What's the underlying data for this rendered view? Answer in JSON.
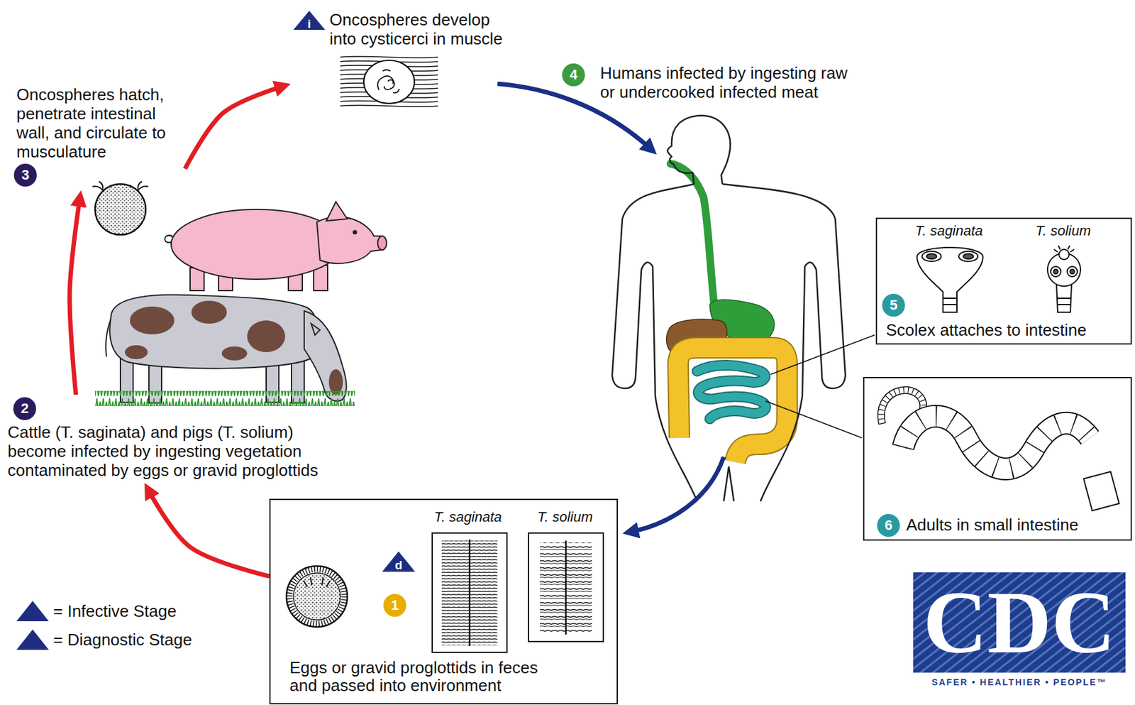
{
  "diagram": {
    "nodes": [
      {
        "text": [
          "i",
          "Oncospheres develop into cysticerci in muscle"
        ]
      },
      {
        "text": [
          "4",
          "Humans infected by ingesting raw or undercooked infected meat"
        ]
      },
      {
        "text": [
          "Oncospheres hatch, penetrate intestinal wall, and circulate to musculature",
          "3"
        ]
      },
      {
        "text": [
          "T. saginata",
          "T. solium",
          "5",
          "Scolex attaches to intestine"
        ]
      },
      {
        "text": [
          "6",
          "Adults in small intestine"
        ]
      },
      {
        "text": [
          "2",
          "Cattle (T. saginata) and pigs (T. solium) become infected by ingesting vegetation contaminated by eggs or gravid proglottids"
        ]
      },
      {
        "text": [
          "T. saginata",
          "T. solium",
          "d",
          "1",
          "Eggs or gravid proglottids in feces and passed into environment"
        ]
      }
    ],
    "edges": [
      {
        "from": 6,
        "to": 5,
        "arrow": "to"
      },
      {
        "from": 5,
        "to": 2,
        "arrow": "to"
      },
      {
        "from": 2,
        "to": 0,
        "arrow": "to"
      }
    ],
    "labels": [
      "i",
      "d",
      "CDC",
      "SAFER • HEALTHIER • PEOPLE™"
    ],
    "legend": [
      {
        "text": "= Infective Stage"
      },
      {
        "text": "= Diagnostic Stage"
      }
    ]
  }
}
